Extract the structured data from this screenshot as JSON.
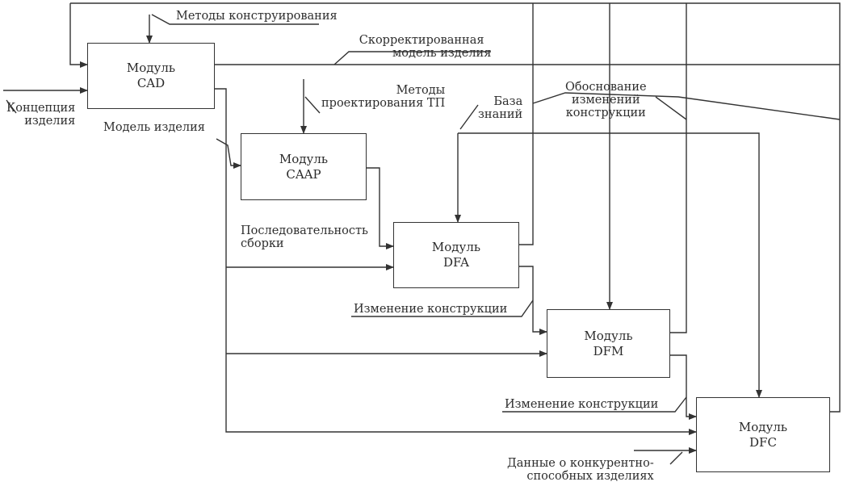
{
  "modules": {
    "cad": {
      "line1": "Модуль",
      "line2": "CAD"
    },
    "capp": {
      "line1": "Модуль",
      "line2": "CAAP"
    },
    "dfa": {
      "line1": "Модуль",
      "line2": "DFA"
    },
    "dfm": {
      "line1": "Модуль",
      "line2": "DFM"
    },
    "dfc": {
      "line1": "Модуль",
      "line2": "DFC"
    }
  },
  "labels": {
    "design_methods": "Методы конструирования",
    "corrected_model": {
      "line1": "Скорректированная",
      "line2": "модель изделия"
    },
    "product_concept": {
      "line1": "Концепция",
      "line2": "изделия"
    },
    "product_model": "Модель изделия",
    "tp_methods": {
      "line1": "Методы",
      "line2": "проектирования ТП"
    },
    "knowledge_base": {
      "line1": "База",
      "line2": "знаний"
    },
    "change_rationale": {
      "line1": "Обоснование",
      "line2": "изменений",
      "line3": "конструкции"
    },
    "assembly_sequence": {
      "line1": "Последовательность",
      "line2": "сборки"
    },
    "design_change_1": "Изменение конструкции",
    "design_change_2": "Изменение конструкции",
    "competitor_data": {
      "line1": "Данные о конкурентно-",
      "line2": "способных изделиях"
    }
  }
}
